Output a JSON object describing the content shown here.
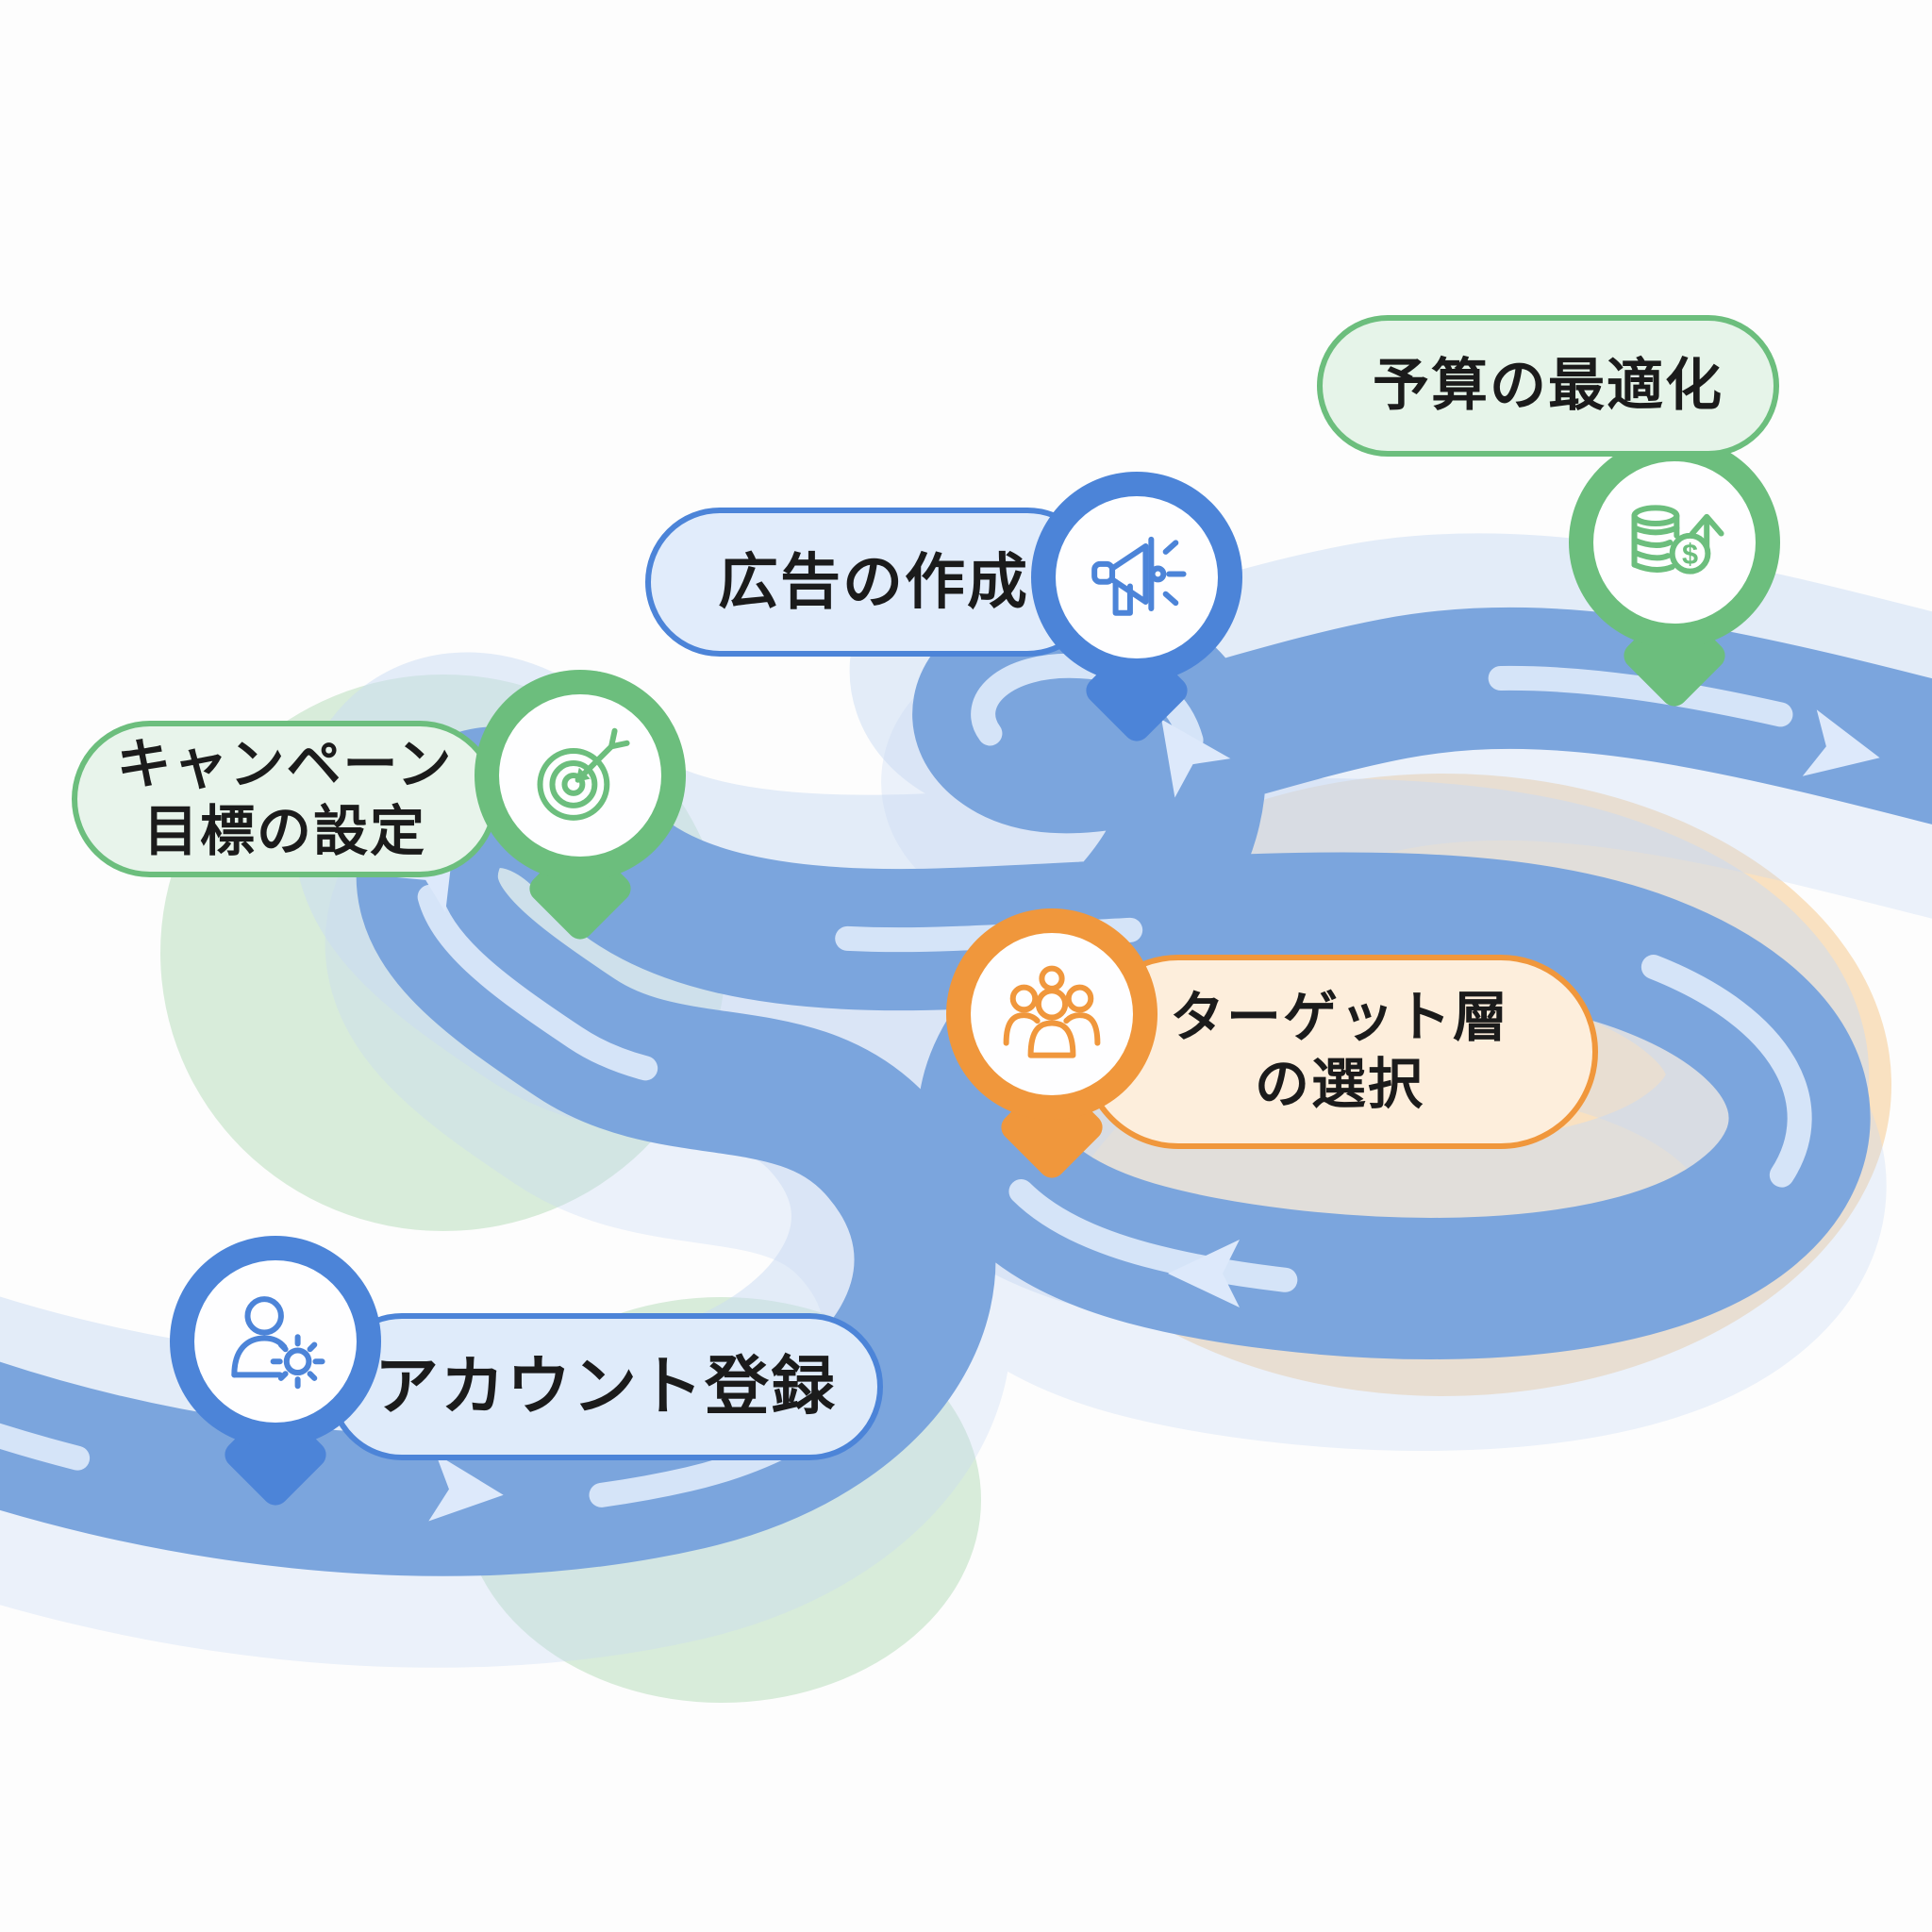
{
  "background": "#FDFDFD",
  "text_color": "#1B1B1B",
  "road": {
    "main_color": "#7BA5DD",
    "stripe_color": "#DAE7F9",
    "echo_color": "#C9DBF3",
    "arrow_color": "#DDE9FB"
  },
  "blobs": {
    "green": "#CBE5CD",
    "peach": "#F8DCB6"
  },
  "steps": [
    {
      "id": "account-registration",
      "label_lines": [
        "アカウント登録"
      ],
      "icon": "user-gear-icon",
      "accent_color": "#4C84D8",
      "pill_fill": "#DFEBFA"
    },
    {
      "id": "campaign-goal-setting",
      "label_lines": [
        "キャンペーン",
        "目標の設定"
      ],
      "icon": "target-dart-icon",
      "accent_color": "#6CBE7D",
      "pill_fill": "#E8F4EB"
    },
    {
      "id": "target-audience-selection",
      "label_lines": [
        "ターゲット層",
        "の選択"
      ],
      "icon": "users-group-icon",
      "accent_color": "#F0973C",
      "pill_fill": "#FDEEDC"
    },
    {
      "id": "ad-creation",
      "label_lines": [
        "広告の作成"
      ],
      "icon": "megaphone-icon",
      "accent_color": "#4C84D8",
      "pill_fill": "#E1ECFB"
    },
    {
      "id": "budget-optimization",
      "label_lines": [
        "予算の最適化"
      ],
      "icon": "coins-up-icon",
      "accent_color": "#6CBE7D",
      "pill_fill": "#E6F4E9"
    }
  ]
}
